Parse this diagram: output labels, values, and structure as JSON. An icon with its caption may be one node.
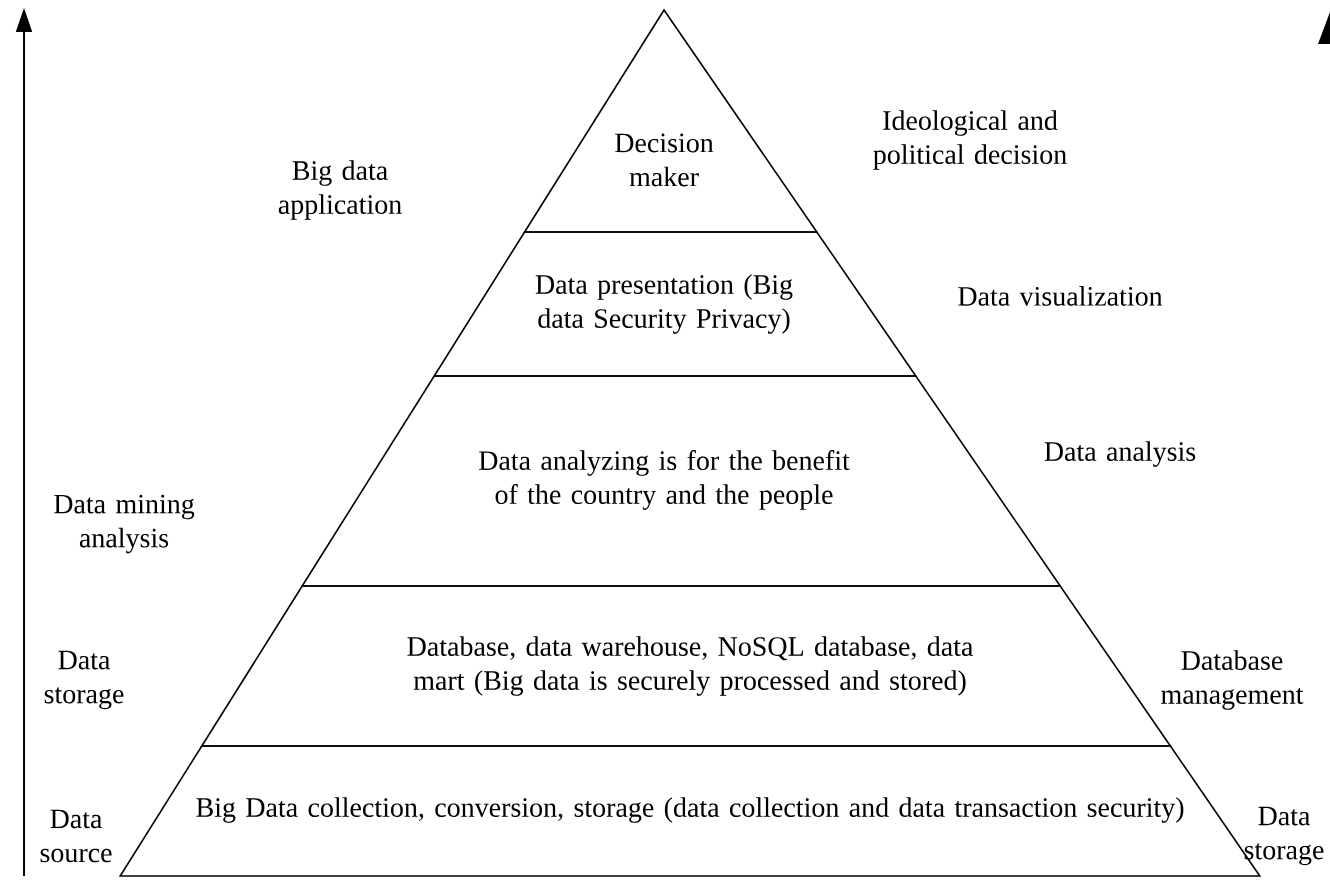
{
  "diagram": {
    "nodes": [
      {
        "text": [
          "Decision maker"
        ]
      },
      {
        "text": [
          "Data presentation (Big data Security Privacy)"
        ]
      },
      {
        "text": [
          "Data analyzing is for the benefit of the country and the people"
        ]
      },
      {
        "text": [
          "Database, data warehouse, NoSQL database, data mart (Big data is securely processed and stored)"
        ]
      },
      {
        "text": [
          "Big Data collection, conversion, storage (data collection and data transaction security)"
        ]
      }
    ],
    "labels": [
      "Ideological and political decision",
      "Big data application",
      "Data visualization",
      "Data analysis",
      "Data mining analysis",
      "Data storage",
      "Database management",
      "Data source",
      "Data storage"
    ]
  }
}
